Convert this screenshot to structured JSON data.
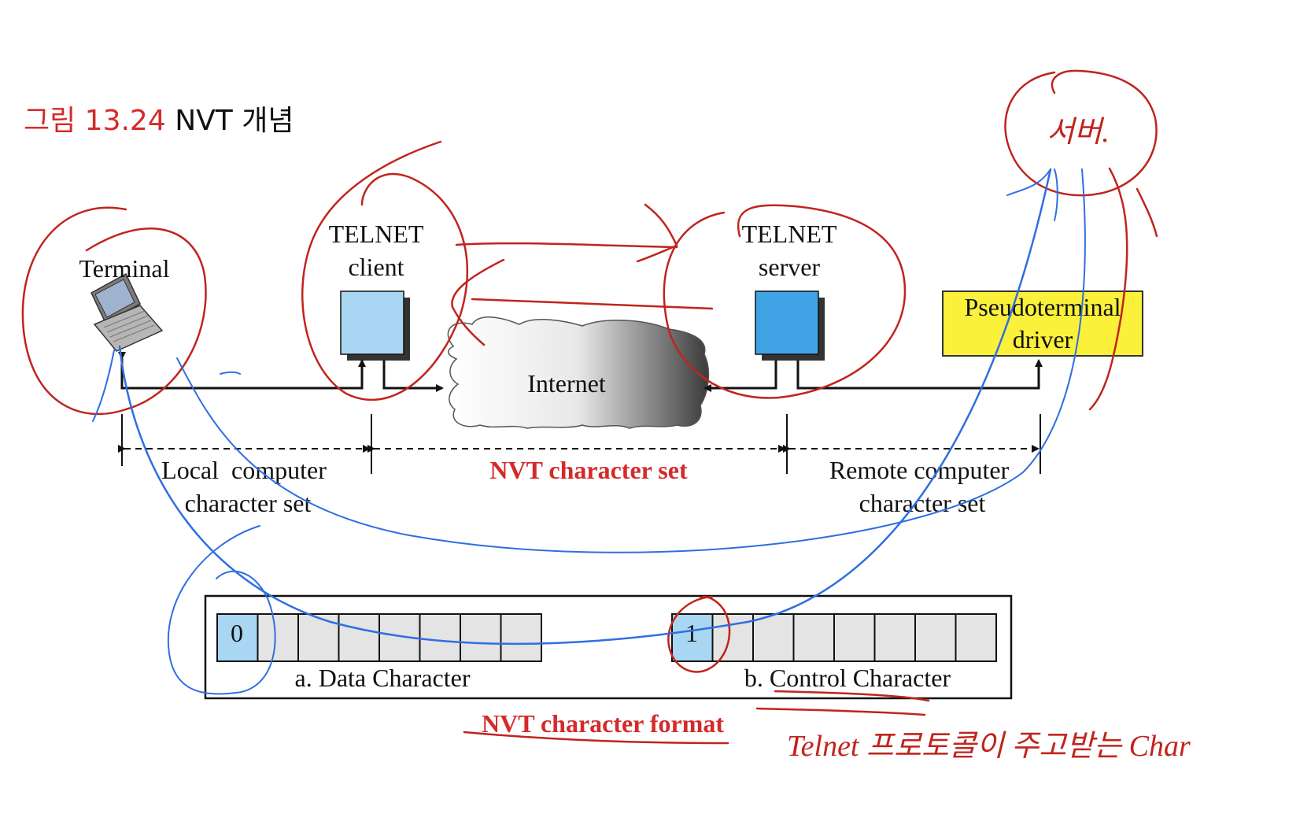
{
  "title": {
    "prefix": "그림 13.24",
    "text": "NVT 개념"
  },
  "nodes": {
    "terminal": "Terminal",
    "telnet_client": [
      "TELNET",
      "client"
    ],
    "internet": "Internet",
    "telnet_server": [
      "TELNET",
      "server"
    ],
    "pseudoterminal": [
      "Pseudoterminal",
      "driver"
    ]
  },
  "ranges": {
    "local": [
      "Local  computer",
      "character set"
    ],
    "nvt": "NVT character set",
    "remote": [
      "Remote computer",
      "character set"
    ]
  },
  "format": {
    "data_bit": "0",
    "data_label": "a. Data Character",
    "control_bit": "1",
    "control_label": "b. Control Character",
    "caption": "NVT character format"
  },
  "annotations": {
    "server_note": "서버.",
    "bottom_note": "Telnet 프로토콜이 주고받는 Char"
  },
  "colors": {
    "red_text": "#d42a2a",
    "ink_red": "#c0241d",
    "ink_blue": "#2f6fe0",
    "client_box": "#a9d6f2",
    "server_box": "#3fa3e6",
    "pseudo_box": "#fbf03a",
    "bit_fill": "#a9d6f2",
    "cell_fill": "#e4e4e4"
  }
}
